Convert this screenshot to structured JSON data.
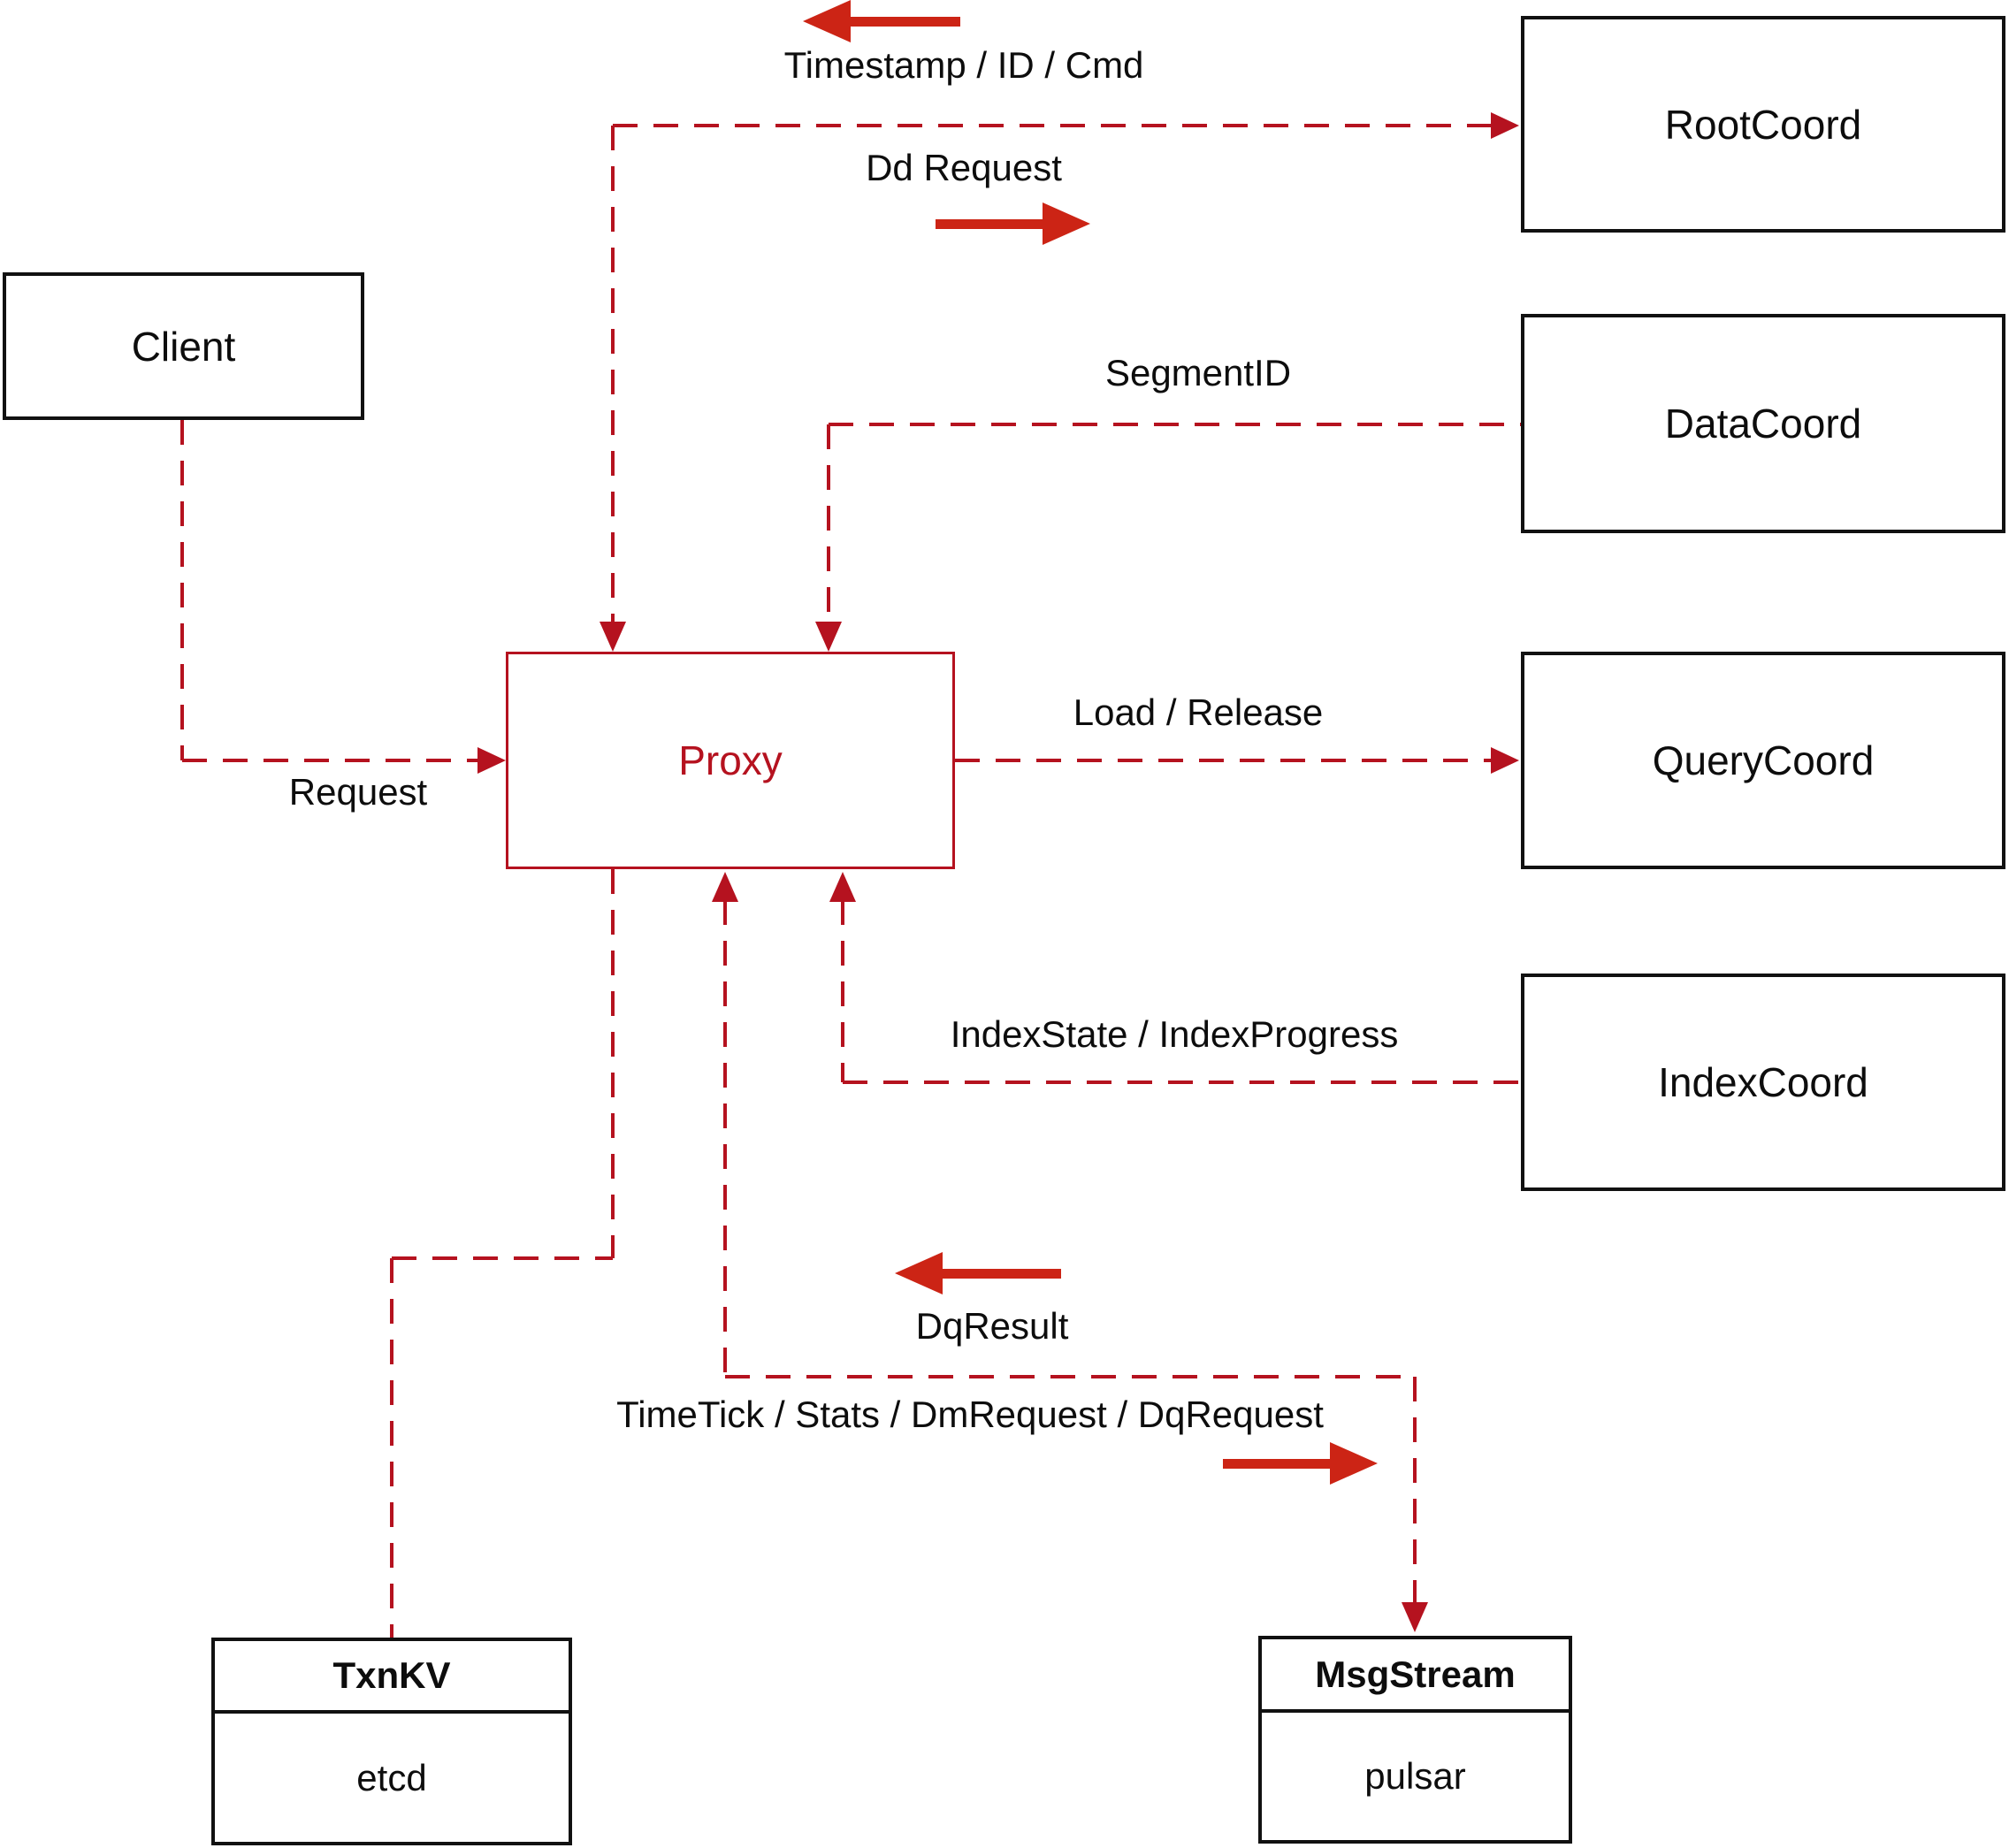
{
  "nodes": {
    "client": {
      "label": "Client"
    },
    "proxy": {
      "label": "Proxy"
    },
    "rootcoord": {
      "label": "RootCoord"
    },
    "datacoord": {
      "label": "DataCoord"
    },
    "querycoord": {
      "label": "QueryCoord"
    },
    "indexcoord": {
      "label": "IndexCoord"
    },
    "txnkv": {
      "title": "TxnKV",
      "impl": "etcd"
    },
    "msgstream": {
      "title": "MsgStream",
      "impl": "pulsar"
    }
  },
  "edge_labels": {
    "timestamp": "Timestamp / ID / Cmd",
    "dd_request": "Dd Request",
    "segment_id": "SegmentID",
    "load_release": "Load / Release",
    "index_state": "IndexState / IndexProgress",
    "request": "Request",
    "dq_result": "DqResult",
    "timetick": "TimeTick / Stats / DmRequest / DqRequest"
  },
  "colors": {
    "dashed_line": "#b5121f",
    "solid_arrow": "#cc2415",
    "box_border": "#111111",
    "proxy_accent": "#b5121f",
    "text": "#0d0d0d",
    "background": "#ffffff"
  }
}
